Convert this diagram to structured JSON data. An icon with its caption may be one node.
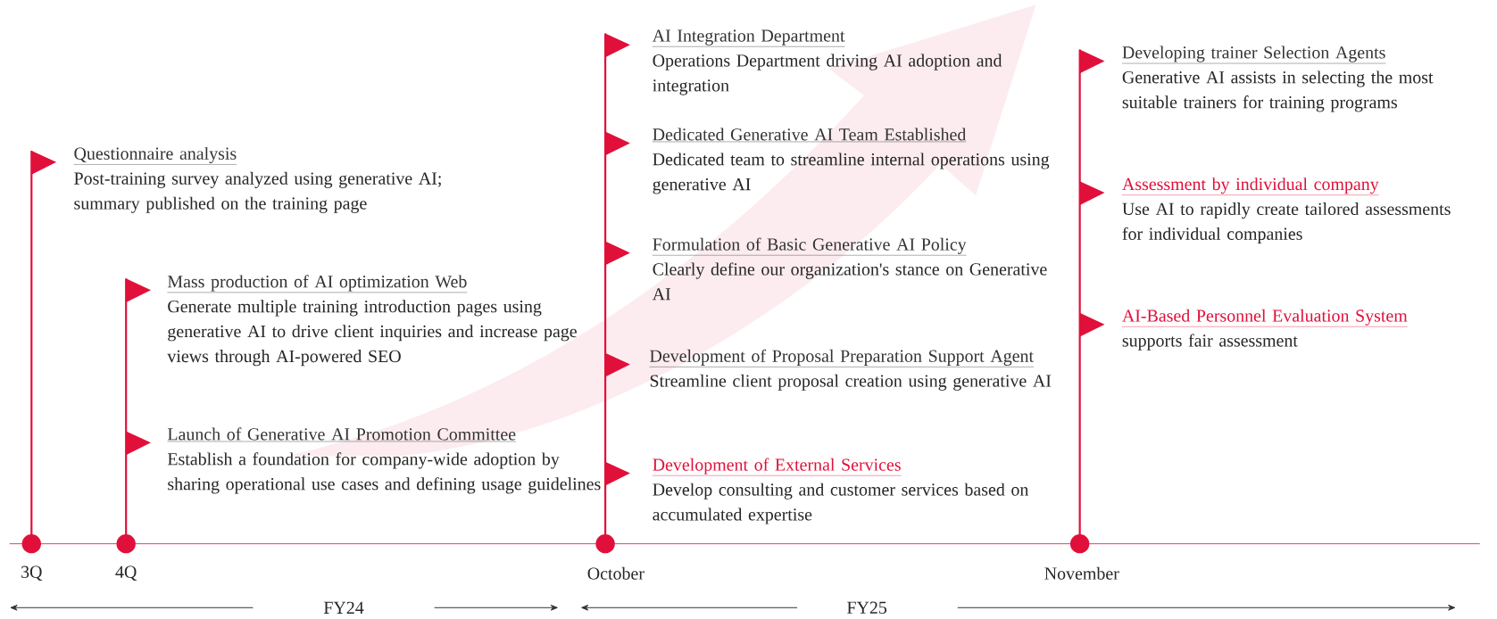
{
  "diagram": {
    "nodes": [
      {
        "text": [
          "Questionnaire analysis",
          "Post-training survey analyzed using generative AI; summary published on the training page"
        ]
      },
      {
        "text": [
          "Mass production of AI optimization Web",
          "Generate multiple training introduction pages using generative AI to drive client inquiries and increase page views through AI-powered SEO"
        ]
      },
      {
        "text": [
          "Launch of Generative AI Promotion Committee",
          "Establish a foundation for company-wide adoption by sharing operational use cases and defining usage guidelines"
        ]
      },
      {
        "text": [
          "AI Integration Department",
          "Operations Department driving AI adoption and integration"
        ]
      },
      {
        "text": [
          "Dedicated Generative AI Team Established",
          "Dedicated team to streamline internal operations using generative AI"
        ]
      },
      {
        "text": [
          "Formulation of Basic Generative AI Policy",
          "Clearly define our organization's stance on Generative AI"
        ]
      },
      {
        "text": [
          "Development of Proposal Preparation Support Agent",
          "Streamline client proposal creation using generative AI"
        ]
      },
      {
        "text": [
          "Development of External Services",
          "Develop consulting and customer services based on accumulated expertise"
        ]
      },
      {
        "text": [
          "Developing trainer Selection Agents",
          "Generative AI assists in selecting the most suitable trainers for training programs"
        ]
      },
      {
        "text": [
          "Assessment by individual company",
          "Use AI to rapidly create tailored assessments for individual companies"
        ]
      },
      {
        "text": [
          "AI-Based Personnel Evaluation System",
          "supports fair assessment"
        ]
      }
    ],
    "labels": [
      "3Q",
      "4Q",
      "October",
      "November",
      "FY24",
      "FY25"
    ]
  }
}
